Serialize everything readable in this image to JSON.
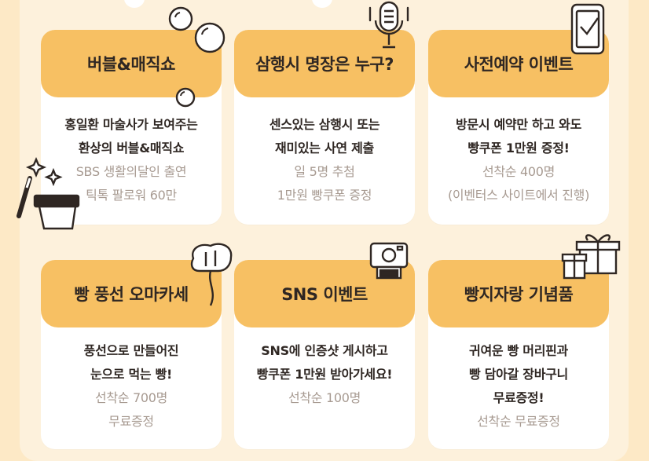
{
  "cards": [
    {
      "title": "버블&매직쇼",
      "desc": [
        "홍일환 마술사가 보여주는",
        "환상의 버블&매직쇼"
      ],
      "sub": [
        "SBS 생활의달인 출연",
        "틱톡 팔로워 60만"
      ],
      "icon": "bubble-magic-icon"
    },
    {
      "title": "삼행시 명장은 누구?",
      "desc": [
        "센스있는 삼행시 또는",
        "재미있는 사연 제출"
      ],
      "sub": [
        "일 5명 추첨",
        "1만원 빵쿠폰 증정"
      ],
      "icon": "microphone-icon"
    },
    {
      "title": "사전예약 이벤트",
      "desc": [
        "방문시 예약만 하고 와도",
        "빵쿠폰 1만원 증정!"
      ],
      "sub": [
        "선착순 400명",
        "(이벤터스 사이트에서 진행)"
      ],
      "icon": "phone-check-icon"
    },
    {
      "title": "빵 풍선 오마카세",
      "desc": [
        "풍선으로 만들어진",
        "눈으로 먹는 빵!"
      ],
      "sub": [
        "선착순 700명",
        "무료증정"
      ],
      "icon": "bread-balloon-icon"
    },
    {
      "title": "SNS 이벤트",
      "desc": [
        "SNS에 인증샷 게시하고",
        "빵쿠폰 1만원 받아가세요!"
      ],
      "sub": [
        "선착순 100명"
      ],
      "icon": "instant-camera-icon"
    },
    {
      "title": "빵지자랑 기념품",
      "desc": [
        "귀여운 빵 머리핀과",
        "빵 담아갈 장바구니",
        "무료증정!"
      ],
      "sub": [
        "선착순 무료증정"
      ],
      "icon": "gift-box-icon"
    }
  ]
}
